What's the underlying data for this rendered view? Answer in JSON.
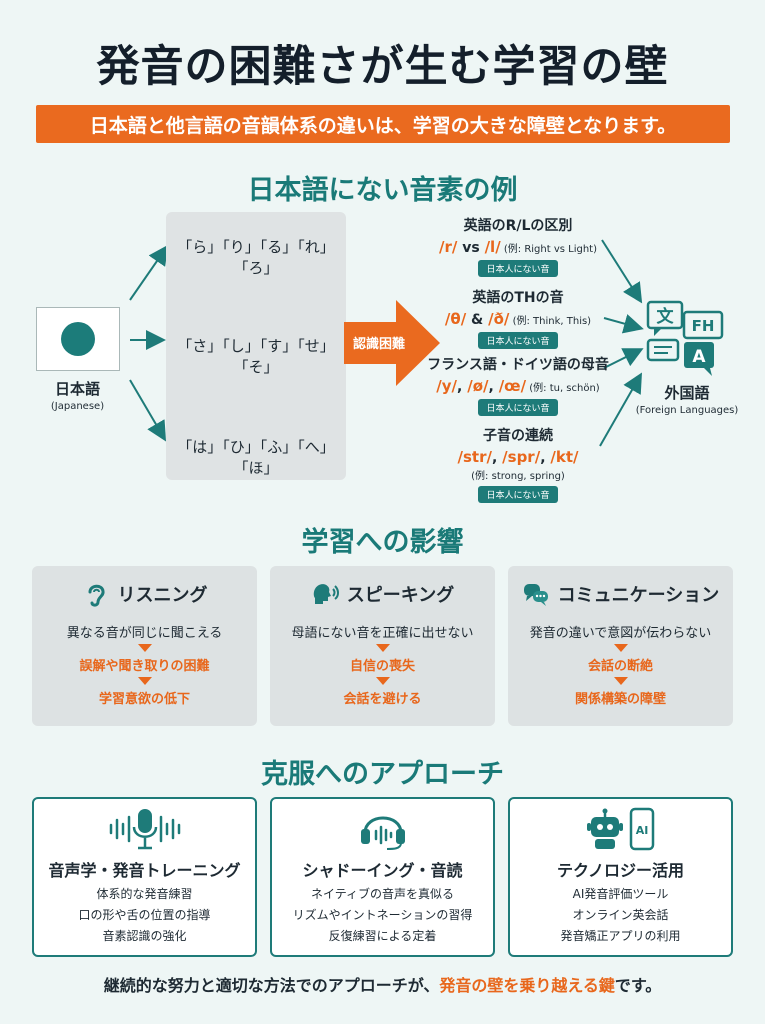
{
  "title": "発音の困難さが生む学習の壁",
  "banner": "日本語と他言語の音韻体系の違いは、学習の大きな障壁となります。",
  "section1": {
    "title": "日本語にない音素の例",
    "japanese": {
      "label": "日本語",
      "sub": "(Japanese)"
    },
    "kana_rows": [
      "「ら」「り」「る」「れ」「ろ」",
      "「さ」「し」「す」「せ」「そ」",
      "「は」「ひ」「ふ」「へ」「ほ」"
    ],
    "arrow_label": "認識困難",
    "phonemes": [
      {
        "title": "英語のR/Lの区別",
        "symbols": [
          "/r/",
          " vs ",
          "/l/"
        ],
        "example": " (例: Right vs Light)",
        "badge": "日本人にない音"
      },
      {
        "title": "英語のTHの音",
        "symbols": [
          "/θ/",
          " & ",
          "/ð/"
        ],
        "example": " (例: Think, This)",
        "badge": "日本人にない音"
      },
      {
        "title": "フランス語・ドイツ語の母音",
        "symbols": [
          "/y/",
          ", ",
          "/ø/",
          ", ",
          "/œ/"
        ],
        "example": " (例: tu, schön)",
        "badge": "日本人にない音"
      },
      {
        "title": "子音の連続",
        "symbols": [
          "/str/",
          ", ",
          "/spr/",
          ", ",
          "/kt/"
        ],
        "example": "(例: strong, spring)",
        "badge": "日本人にない音"
      }
    ],
    "foreign": {
      "label": "外国語",
      "sub": "(Foreign Languages)",
      "icon_glyphs": [
        "文",
        "FH",
        "A"
      ]
    },
    "colors": {
      "accent": "#e8671c",
      "teal": "#1e7b79"
    }
  },
  "section2": {
    "title": "学習への影響",
    "cards": [
      {
        "icon": "ear-icon",
        "title": "リスニング",
        "lead": "異なる音が同じに聞こえる",
        "results": [
          "誤解や聞き取りの困難",
          "学習意欲の低下"
        ]
      },
      {
        "icon": "speaking-head-icon",
        "title": "スピーキング",
        "lead": "母語にない音を正確に出せない",
        "results": [
          "自信の喪失",
          "会話を避ける"
        ]
      },
      {
        "icon": "chat-bubbles-icon",
        "title": "コミュニケーション",
        "lead": "発音の違いで意図が伝わらない",
        "results": [
          "会話の断絶",
          "関係構築の障壁"
        ]
      }
    ]
  },
  "section3": {
    "title": "克服へのアプローチ",
    "cards": [
      {
        "icon": "microphone-icon",
        "title": "音声学・発音トレーニング",
        "items": [
          "体系的な発音練習",
          "口の形や舌の位置の指導",
          "音素認識の強化"
        ]
      },
      {
        "icon": "headset-icon",
        "title": "シャドーイング・音読",
        "items": [
          "ネイティブの音声を真似る",
          "リズムやイントネーションの習得",
          "反復練習による定着"
        ]
      },
      {
        "icon": "robot-phone-icon",
        "title": "テクノロジー活用",
        "items": [
          "AI発音評価ツール",
          "オンライン英会話",
          "発音矯正アプリの利用"
        ],
        "icon_text": "AI"
      }
    ]
  },
  "footer": {
    "before": "継続的な努力と適切な方法でのアプローチが、",
    "highlight": "発音の壁を乗り越える鍵",
    "after": "です。"
  }
}
